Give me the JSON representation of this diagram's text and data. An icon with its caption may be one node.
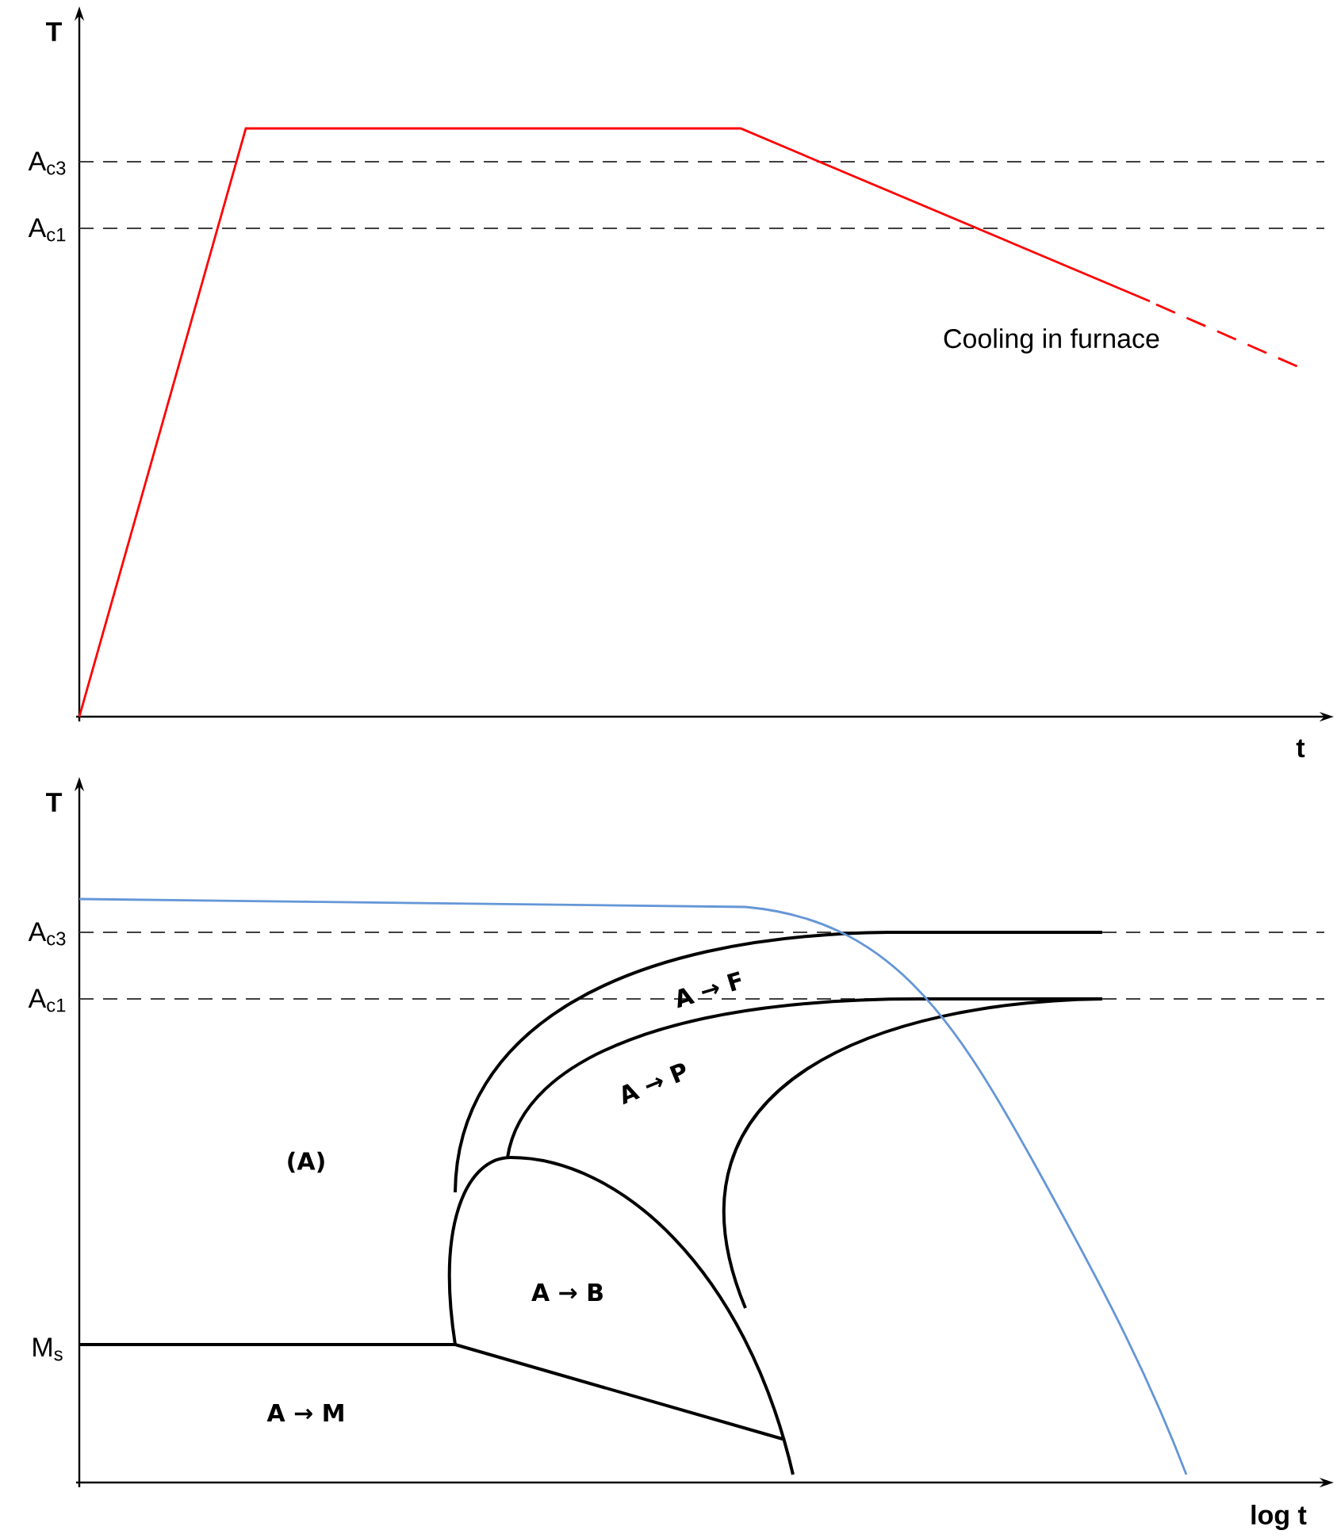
{
  "diagram": {
    "labels": [
      "T",
      "A$_{c3}$",
      "A$_{c1}$",
      "Cooling in furnace",
      "t",
      "T",
      "A$_{c3}$",
      "A$_{c1}$",
      "(A)",
      "A → F",
      "A → P",
      "A → B",
      "M$_{s}$",
      "A → M",
      "log t"
    ]
  }
}
